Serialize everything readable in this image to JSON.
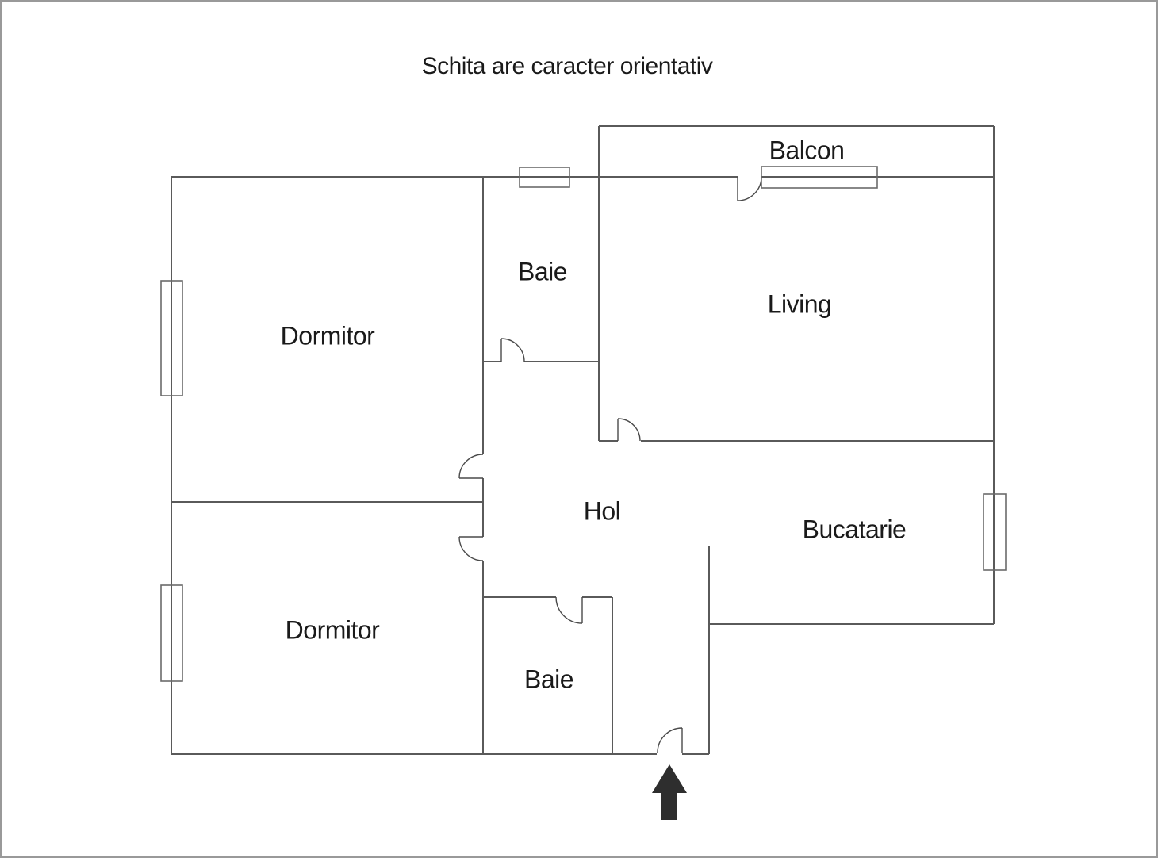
{
  "title": "Schita are caracter orientativ",
  "rooms": {
    "dormitor_top": {
      "label": "Dormitor"
    },
    "dormitor_bottom": {
      "label": "Dormitor"
    },
    "baie_top": {
      "label": "Baie"
    },
    "baie_bottom": {
      "label": "Baie"
    },
    "living": {
      "label": "Living"
    },
    "balcon": {
      "label": "Balcon"
    },
    "hol": {
      "label": "Hol"
    },
    "bucatarie": {
      "label": "Bucatarie"
    }
  },
  "icons": {
    "entrance_arrow": "entrance-direction-arrow-up"
  },
  "colors": {
    "background": "#ffffff",
    "wall": "#5a5a5a",
    "door": "#4a4a4a",
    "window": "#6a6a6a",
    "text": "#1a1a1a",
    "arrow": "#2e2e2e",
    "page_border": "#999999"
  }
}
